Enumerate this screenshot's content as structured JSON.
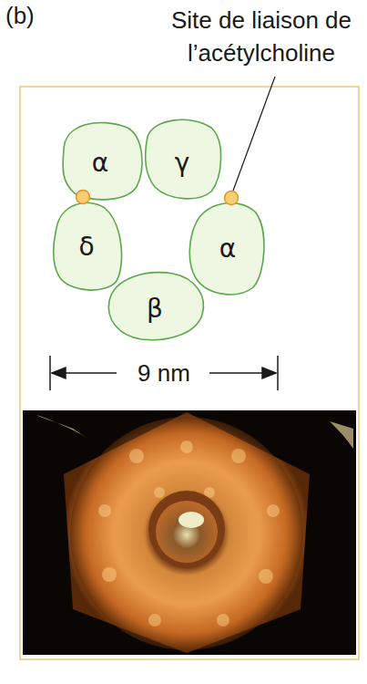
{
  "diagram": {
    "nodes": [
      {
        "text": [
          "α"
        ]
      },
      {
        "text": [
          "γ"
        ]
      },
      {
        "text": [
          "δ"
        ]
      },
      {
        "text": [
          "α"
        ]
      },
      {
        "text": [
          "β"
        ]
      }
    ],
    "labels": [
      "(b)",
      "Site de liaison de l’acétylcholine",
      "9 nm"
    ]
  }
}
